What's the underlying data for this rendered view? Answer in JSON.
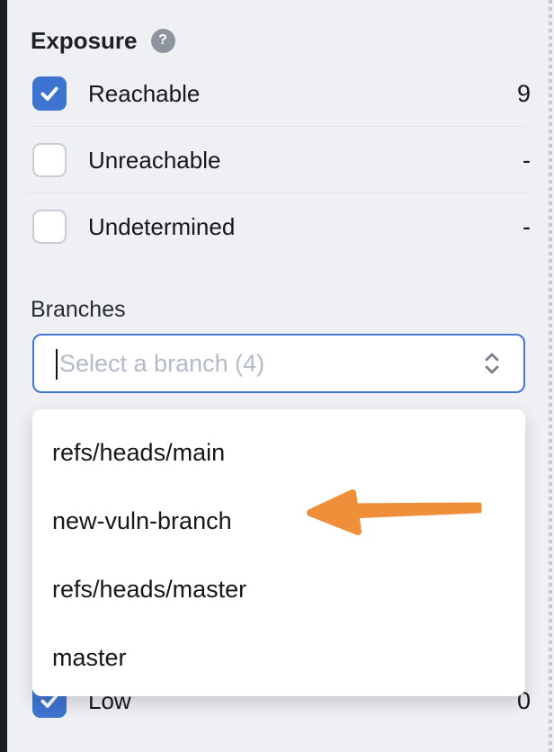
{
  "filters": {
    "exposure": {
      "title": "Exposure",
      "help_glyph": "?",
      "items": [
        {
          "label": "Reachable",
          "count": "9",
          "checked": true
        },
        {
          "label": "Unreachable",
          "count": "-",
          "checked": false
        },
        {
          "label": "Undetermined",
          "count": "-",
          "checked": false
        }
      ]
    },
    "branches": {
      "title": "Branches",
      "input_placeholder": "Select a branch (4)",
      "options": [
        {
          "label": "refs/heads/main"
        },
        {
          "label": "new-vuln-branch",
          "annotated_by_arrow": true
        },
        {
          "label": "refs/heads/master"
        },
        {
          "label": "master"
        }
      ]
    },
    "severity_peek": {
      "label": "Low",
      "count": "0",
      "checked": true
    }
  },
  "colors": {
    "checkbox_checked_blue": "#3d74cf",
    "focused_input_border_blue": "#4477d2",
    "annotation_arrow_orange": "#ef8f3a",
    "help_badge_gray": "#8d949e",
    "background_gray": "#eff0f3",
    "rail_dark": "#1b1e23",
    "placeholder_gray": "#b4bbc8"
  }
}
